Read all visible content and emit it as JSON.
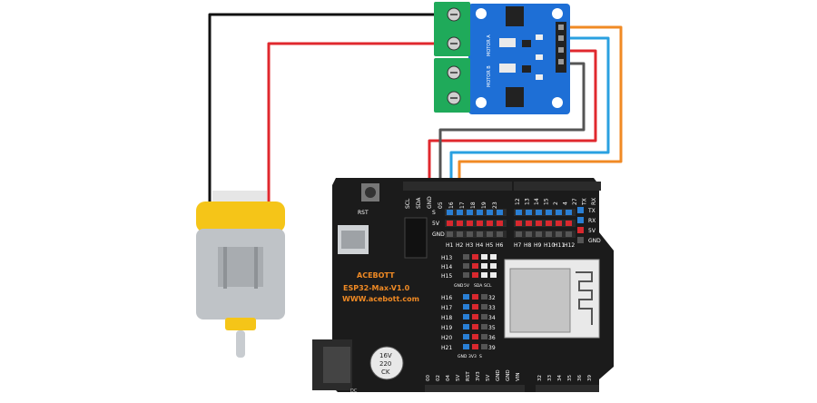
{
  "motor_driver": {
    "motor_a_label": "MOTOR A",
    "motor_b_label": "MOTOR B"
  },
  "esp32_board": {
    "brand": "ACEBOTT",
    "model": "ESP32-Max-V1.0",
    "url": "WWW.acebott.com",
    "rst_label": "RST",
    "capacitor_label": "220\n16V",
    "capacitor_top": "16V",
    "capacitor_mid": "220",
    "capacitor_bot": "CK",
    "dc_label": "DC",
    "top_header_labels": [
      "SCL",
      "SDA",
      "GND",
      "05",
      "16",
      "17",
      "18",
      "19",
      "23"
    ],
    "top_header_right_labels": [
      "12",
      "13",
      "14",
      "15",
      "2",
      "4",
      "27",
      "TX",
      "RX"
    ],
    "row_labels_left": [
      "S",
      "5V",
      "GND"
    ],
    "right_side_labels": [
      "TX",
      "RX",
      "5V",
      "GND"
    ],
    "h_row_left": [
      "H1",
      "H2",
      "H3",
      "H4",
      "H5",
      "H6"
    ],
    "h_row_right": [
      "H7",
      "H8",
      "H9",
      "H10",
      "H11",
      "H12"
    ],
    "h_col_top": [
      "H13",
      "H14",
      "H15"
    ],
    "h_col_bottom": [
      "H16",
      "H17",
      "H18",
      "H19",
      "H20",
      "H21"
    ],
    "mid_bottom_labels": [
      "GND",
      "5V",
      "SDA",
      "SCL"
    ],
    "num_col_labels": [
      "32",
      "33",
      "34",
      "35",
      "36",
      "39"
    ],
    "gnd_3v3_labels": [
      "GND",
      "3V3",
      "S"
    ],
    "bottom_header_labels": [
      "00",
      "02",
      "04",
      "5V",
      "RST",
      "3V3",
      "5V",
      "GND",
      "GND",
      "VIN"
    ],
    "bottom_header_right_labels": [
      "32",
      "33",
      "34",
      "35",
      "36",
      "39"
    ]
  },
  "colors": {
    "board": "#1b1b1b",
    "driver": "#1e6fd6",
    "terminal": "#1faa5a",
    "wire_black": "#111111",
    "wire_red": "#e0282e",
    "wire_gray": "#555555",
    "wire_blue": "#2aa0e0",
    "wire_orange": "#f08a24",
    "motor_yellow": "#f5c518",
    "motor_body": "#bfc3c7"
  }
}
